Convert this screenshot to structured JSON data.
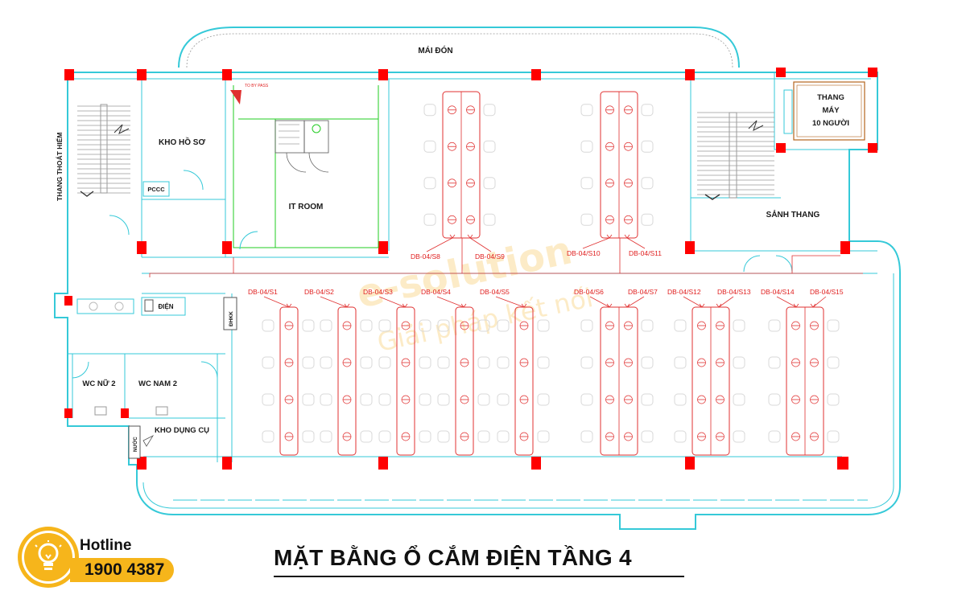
{
  "title": "MẶT BẰNG Ổ CẮM ĐIỆN TẦNG 4",
  "hotline": {
    "label": "Hotline",
    "number": "1900 4387"
  },
  "watermark": {
    "brand": "e-solution",
    "tagline": "Giải pháp kết nối"
  },
  "rooms": {
    "canopy": "MÁI ĐÓN",
    "fire_stairs": "THANG THOÁT HIỂM",
    "records": "KHO HỒ SƠ",
    "pccc": "PCCC",
    "it_room": "IT ROOM",
    "electric": "ĐIỆN",
    "dhkk": "ĐHKK",
    "wc_female": "WC NỮ 2",
    "wc_male": "WC NAM 2",
    "tool_store": "KHO DỤNG CỤ",
    "water": "NƯỚC",
    "elevator": [
      "THANG",
      "MÁY",
      "10 NGƯỜI"
    ],
    "stair_hall": "SẢNH THANG"
  },
  "it_note": "TO BY PASS",
  "circuits": [
    "DB-04/S1",
    "DB-04/S2",
    "DB-04/S3",
    "DB-04/S4",
    "DB-04/S5",
    "DB-04/S6",
    "DB-04/S7",
    "DB-04/S8",
    "DB-04/S9",
    "DB-04/S10",
    "DB-04/S11",
    "DB-04/S12",
    "DB-04/S13",
    "DB-04/S14",
    "DB-04/S15"
  ],
  "colors": {
    "wall": "#35c9d8",
    "column": "#ff0000",
    "circuit": "#e03030",
    "brand": "#f6b51b"
  }
}
